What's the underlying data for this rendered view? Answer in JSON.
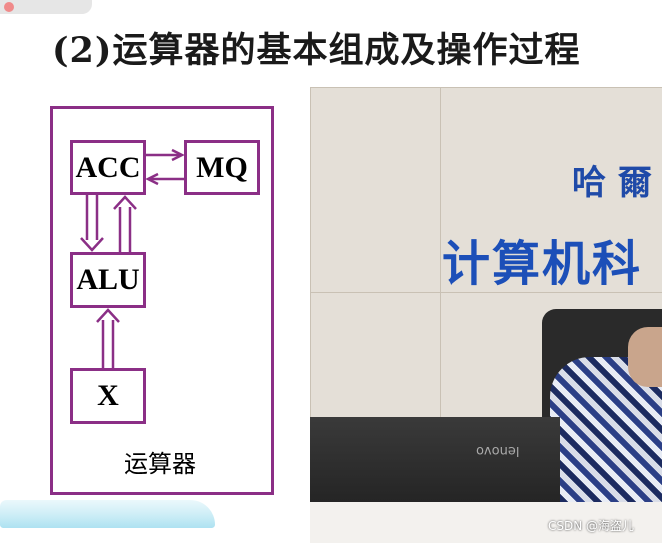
{
  "slide": {
    "title": "(2)运算器的基本组成及操作过程",
    "diagram": {
      "boxes": {
        "acc": "ACC",
        "mq": "MQ",
        "alu": "ALU",
        "x": "X"
      },
      "unit_label": "运算器"
    }
  },
  "video": {
    "sign_small": "哈 爾",
    "sign_large": "计算机科",
    "laptop_brand": "lenovo"
  },
  "watermark": "CSDN @海盗儿",
  "colors": {
    "diagram_purple": "#8b2f86",
    "sign_blue": "#1c4fb8"
  }
}
